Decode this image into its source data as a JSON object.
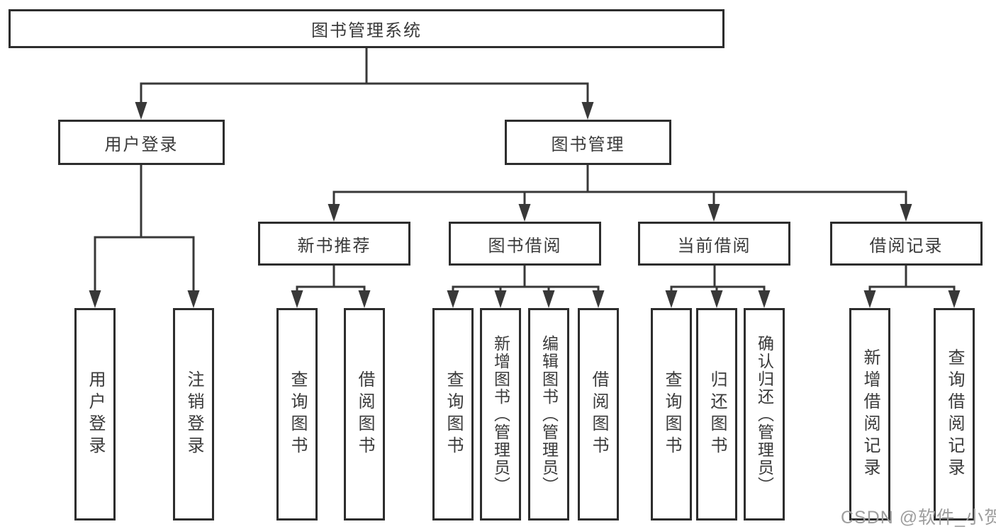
{
  "diagram": {
    "root": {
      "label": "图书管理系统"
    },
    "branches": [
      {
        "label": "用户登录",
        "children": [
          {
            "label": "用户登录"
          },
          {
            "label": "注销登录"
          }
        ]
      },
      {
        "label": "图书管理",
        "children": [
          {
            "label": "新书推荐",
            "children": [
              {
                "label": "查询图书"
              },
              {
                "label": "借阅图书"
              }
            ]
          },
          {
            "label": "图书借阅",
            "children": [
              {
                "label": "查询图书"
              },
              {
                "label": "新增图书（管理员）"
              },
              {
                "label": "编辑图书（管理员）"
              },
              {
                "label": "借阅图书"
              }
            ]
          },
          {
            "label": "当前借阅",
            "children": [
              {
                "label": "查询图书"
              },
              {
                "label": "归还图书"
              },
              {
                "label": "确认归还（管理员）"
              }
            ]
          },
          {
            "label": "借阅记录",
            "children": [
              {
                "label": "新增借阅记录"
              },
              {
                "label": "查询借阅记录"
              }
            ]
          }
        ]
      }
    ]
  },
  "watermark": {
    "text": "CSDN @软件_小贺同学"
  },
  "colors": {
    "line": "#383838",
    "box_border": "#2d2d2d",
    "text": "#3a3a3a",
    "watermark": "#9d9d9d",
    "background": "#ffffff"
  }
}
